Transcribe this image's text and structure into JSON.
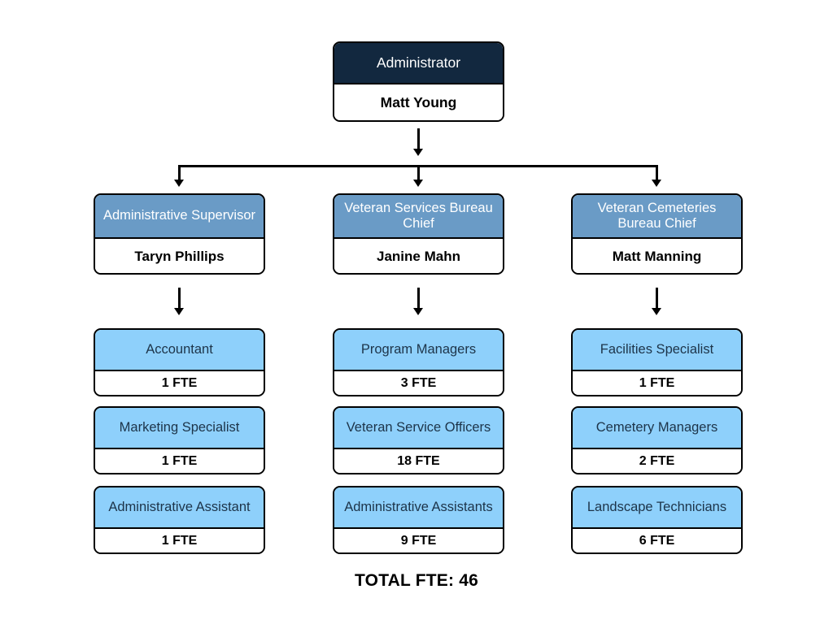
{
  "chart": {
    "type": "org-chart",
    "total_label": "TOTAL FTE: 46",
    "total_fte": 46,
    "colors": {
      "level1_header": "#12283f",
      "level2_header": "#6a9bc6",
      "level3_header": "#8ed0fb",
      "border": "#000000",
      "body_background": "#ffffff",
      "level3_text": "#1d3449"
    }
  },
  "level1": {
    "title": "Administrator",
    "name": "Matt Young"
  },
  "level2": [
    {
      "title": "Administrative Supervisor",
      "name": "Taryn Phillips"
    },
    {
      "title": "Veteran Services Bureau Chief",
      "name": "Janine Mahn"
    },
    {
      "title": "Veteran Cemeteries Bureau Chief",
      "name": "Matt Manning"
    }
  ],
  "columns": [
    {
      "parent": "Administrative Supervisor",
      "roles": [
        {
          "title": "Accountant",
          "fte_label": "1 FTE",
          "fte": 1
        },
        {
          "title": "Marketing Specialist",
          "fte_label": "1 FTE",
          "fte": 1
        },
        {
          "title": "Administrative Assistant",
          "fte_label": "1 FTE",
          "fte": 1
        }
      ]
    },
    {
      "parent": "Veteran Services Bureau Chief",
      "roles": [
        {
          "title": "Program Managers",
          "fte_label": "3 FTE",
          "fte": 3
        },
        {
          "title": "Veteran Service Officers",
          "fte_label": "18 FTE",
          "fte": 18
        },
        {
          "title": "Administrative Assistants",
          "fte_label": "9 FTE",
          "fte": 9
        }
      ]
    },
    {
      "parent": "Veteran Cemeteries Bureau Chief",
      "roles": [
        {
          "title": "Facilities Specialist",
          "fte_label": "1 FTE",
          "fte": 1
        },
        {
          "title": "Cemetery Managers",
          "fte_label": "2 FTE",
          "fte": 2
        },
        {
          "title": "Landscape Technicians",
          "fte_label": "6 FTE",
          "fte": 6
        }
      ]
    }
  ]
}
